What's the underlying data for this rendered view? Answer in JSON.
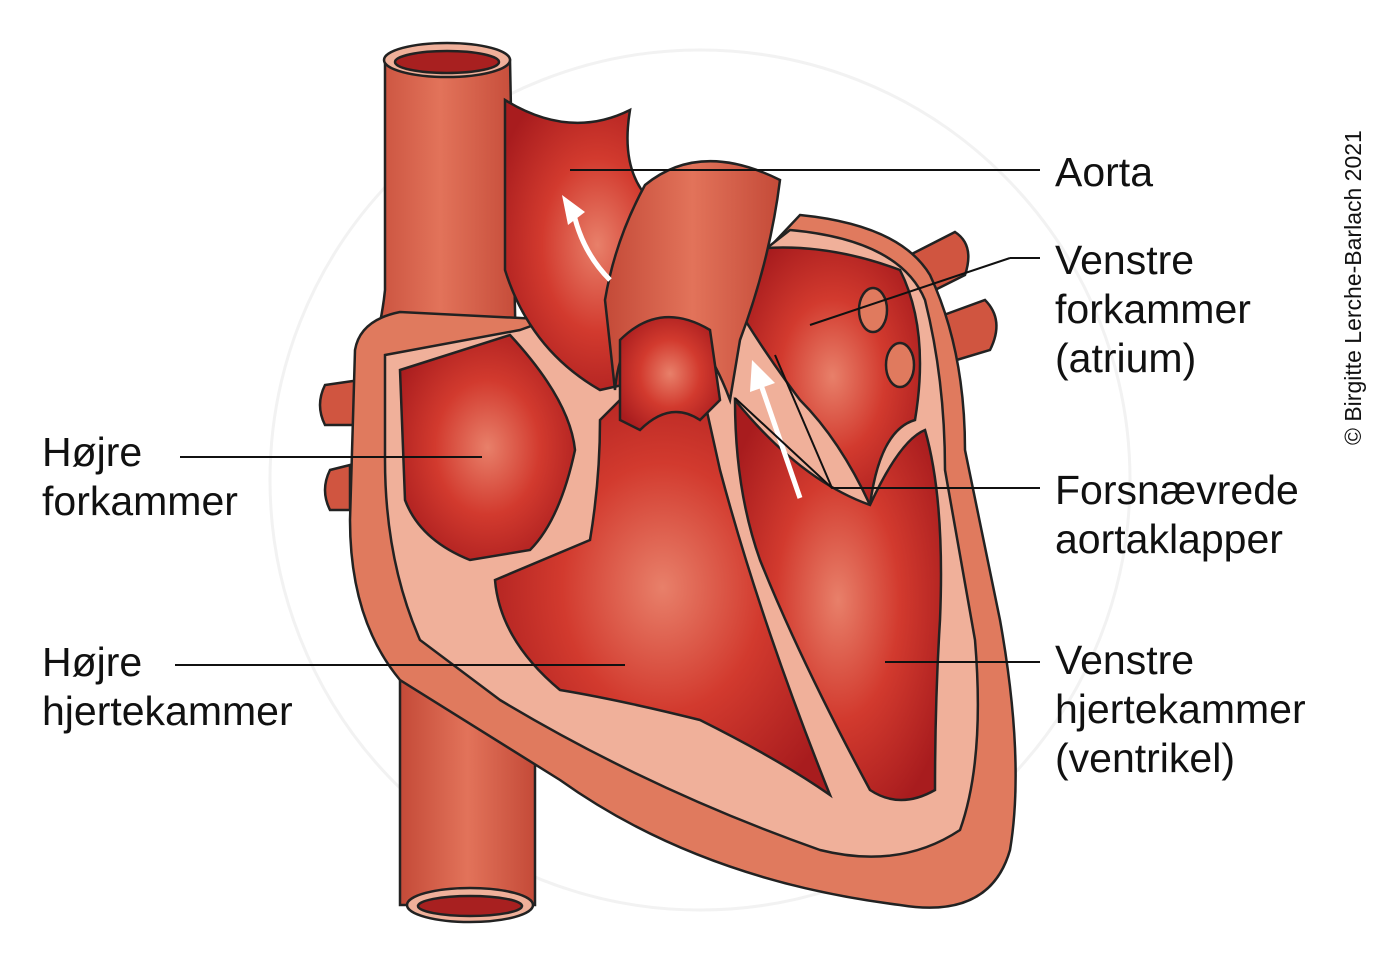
{
  "labels": {
    "aorta": [
      "Aorta"
    ],
    "left_atrium": [
      "Venstre",
      "forkammer",
      "(atrium)"
    ],
    "right_atrium": [
      "Højre",
      "forkammer"
    ],
    "valves": [
      "Forsnævrede",
      "aortaklapper"
    ],
    "right_ventricle": [
      "Højre",
      "hjertekammer"
    ],
    "left_ventricle": [
      "Venstre",
      "hjertekammer",
      "(ventrikel)"
    ]
  },
  "copyright": "© Birgitte Lerche-Barlach 2021",
  "colors": {
    "outer": "#d9604a",
    "chamber": "#c42a24",
    "wall": "#f0b09a",
    "outline": "#222222"
  }
}
